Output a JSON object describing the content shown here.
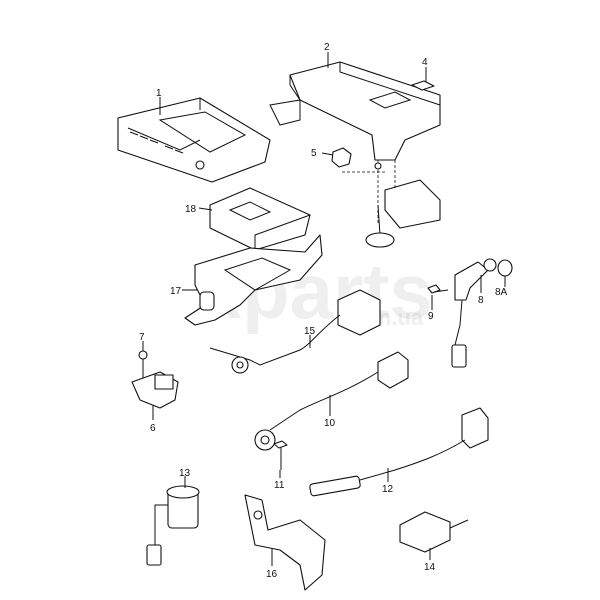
{
  "watermark": {
    "brand": "Xparts",
    "domain": ".com.ua"
  },
  "callouts": {
    "p1": "1",
    "p2": "2",
    "p4": "4",
    "p5": "5",
    "p6": "6",
    "p7": "7",
    "p8": "8",
    "p8a": "8A",
    "p9": "9",
    "p10": "10",
    "p11": "11",
    "p12": "12",
    "p13": "13",
    "p14": "14",
    "p15": "15",
    "p16": "16",
    "p17": "17",
    "p18": "18"
  }
}
